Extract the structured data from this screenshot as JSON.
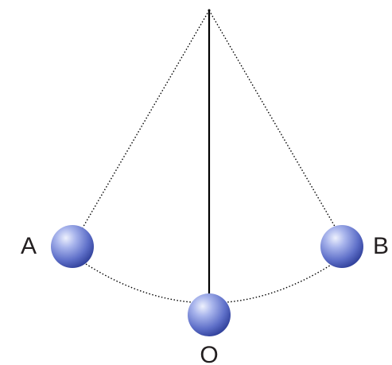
{
  "labels": {
    "left": "A",
    "right": "B",
    "bottom": "O"
  },
  "colors": {
    "bob_highlight": "#e4e8fb",
    "bob_mid": "#8f9de0",
    "bob_shadow": "#3a4aa6",
    "line": "#000000"
  }
}
